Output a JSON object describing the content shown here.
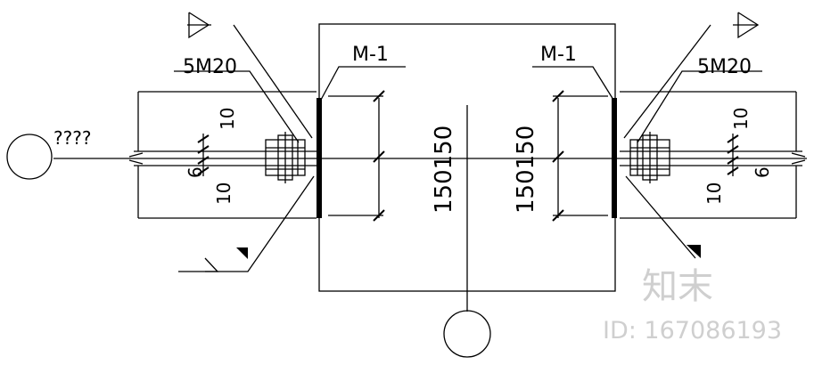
{
  "drawing": {
    "plate_label_left": "M-1",
    "plate_label_right": "M-1",
    "bolt_label_left": "5M20",
    "bolt_label_right": "5M20",
    "axis_note": "????",
    "dim_left": "150150",
    "dim_right": "150150",
    "small_dim_10": "10",
    "small_dim_6": "6",
    "small_dim_10b": "10"
  },
  "watermark": {
    "logo": "知末",
    "id_text": "ID: 167086193"
  }
}
